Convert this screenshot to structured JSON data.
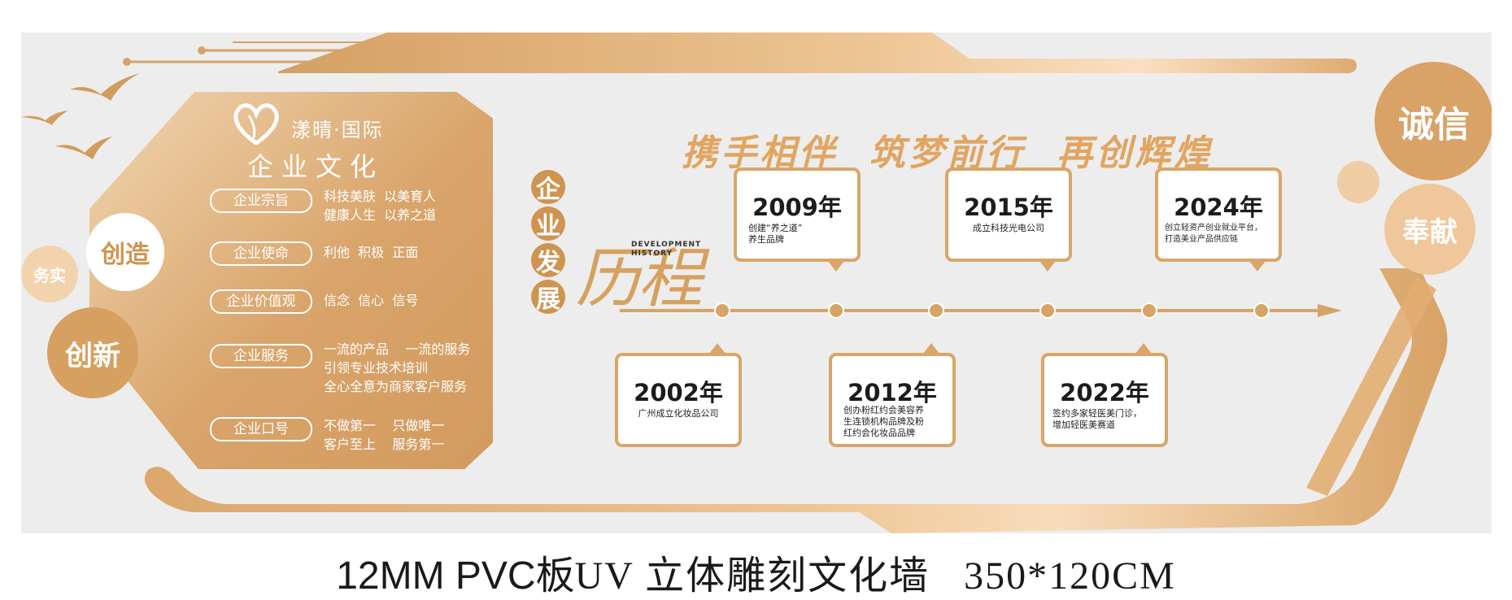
{
  "brand": {
    "name": "漾晴·国际",
    "culture_title": "企业文化"
  },
  "culture_items": [
    {
      "label": "企业宗旨",
      "text": "科技美肤  以美育人\n健康人生  以养之道"
    },
    {
      "label": "企业使命",
      "text": "利他  积极  正面"
    },
    {
      "label": "企业价值观",
      "text": "信念  信心  信号"
    },
    {
      "label": "企业服务",
      "text": "一流的产品    一流的服务\n引领专业技术培训\n全心全意为商家客户服务"
    },
    {
      "label": "企业口号",
      "text": "不做第一    只做唯一\n客户至上    服务第一"
    }
  ],
  "values": {
    "wushi": "务实",
    "chuangzao": "创造",
    "chuangxin": "创新",
    "chengxin": "诚信",
    "fengxian": "奉献"
  },
  "slogan": "携手相伴  筑梦前行  再创辉煌",
  "section": {
    "v_chars": [
      "企",
      "业",
      "发",
      "展"
    ],
    "big_title": "历程",
    "en_line1": "DEVELOPMENT",
    "en_line2": "HISTORY"
  },
  "milestones_top": [
    {
      "year": "2009年",
      "desc": "创建“养之道”\n养生品牌"
    },
    {
      "year": "2015年",
      "desc": "成立科技光电公司"
    },
    {
      "year": "2024年",
      "desc": "创立轻资产创业就业平台，\n打造美业产品供应链"
    }
  ],
  "milestones_bottom": [
    {
      "year": "2002年",
      "desc": "广州成立化妆品公司"
    },
    {
      "year": "2012年",
      "desc": "创办粉红约会美容养\n生连锁机构品牌及粉\n红约会化妆品品牌"
    },
    {
      "year": "2022年",
      "desc": "签约多家轻医美门诊，\n增加轻医美赛道"
    }
  ],
  "caption": {
    "part1": "12MM PVC板",
    "part2": "UV 立体雕刻文化墙   350*120CM"
  },
  "colors": {
    "gold": "#d7a466",
    "gold_light": "#f9dfbf",
    "panel": "#ededed"
  }
}
